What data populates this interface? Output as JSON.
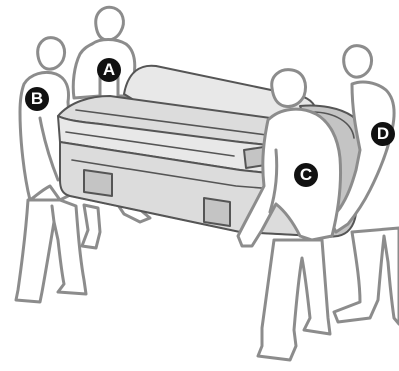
{
  "figure": {
    "subject": "printer",
    "labels": [
      {
        "id": "a",
        "text": "A"
      },
      {
        "id": "b",
        "text": "B"
      },
      {
        "id": "c",
        "text": "C"
      },
      {
        "id": "d",
        "text": "D"
      }
    ]
  },
  "colors": {
    "person_outline": "#8c8c8c",
    "printer_body": "#dcdcdc",
    "printer_outline": "#555555",
    "badge_fill": "#111111",
    "badge_text": "#ffffff"
  }
}
